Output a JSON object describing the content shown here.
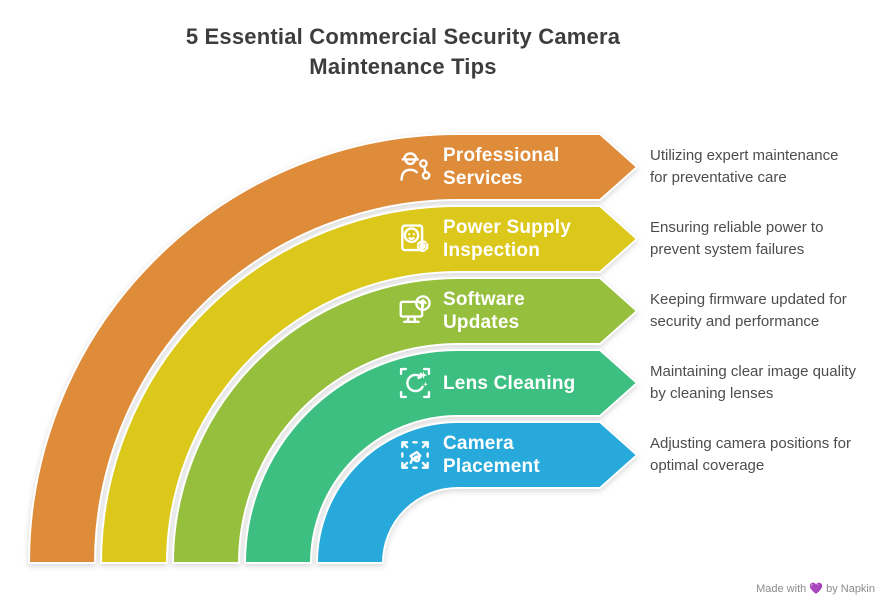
{
  "title": {
    "line1": "5 Essential Commercial Security Camera",
    "line2": "Maintenance Tips"
  },
  "bands": [
    {
      "label_line1": "Professional",
      "label_line2": "Services",
      "desc_line1": "Utilizing expert maintenance",
      "desc_line2": "for preventative care",
      "color": "#DE8B3A",
      "icon": "worker-wrench-icon"
    },
    {
      "label_line1": "Power Supply",
      "label_line2": "Inspection",
      "desc_line1": "Ensuring reliable power to",
      "desc_line2": "prevent system failures",
      "color": "#DCC71B",
      "icon": "power-outlet-gear-icon"
    },
    {
      "label_line1": "Software",
      "label_line2": "Updates",
      "desc_line1": "Keeping firmware updated for",
      "desc_line2": "security and performance",
      "color": "#96BF3D",
      "icon": "monitor-update-icon"
    },
    {
      "label_line1": "Lens Cleaning",
      "label_line2": "",
      "desc_line1": "Maintaining clear image quality",
      "desc_line2": "by cleaning lenses",
      "color": "#3EBF82",
      "icon": "lens-cleaning-icon"
    },
    {
      "label_line1": "Camera",
      "label_line2": "Placement",
      "desc_line1": "Adjusting camera positions for",
      "desc_line2": "optimal coverage",
      "color": "#27A9DB",
      "icon": "camera-placement-icon"
    }
  ],
  "palette": {
    "background": "#FFFFFF",
    "title_color": "#3D3D3D",
    "band_label_color": "#FFFFFF",
    "description_color": "#4D4D4D",
    "watermark_color": "#8C8C8C",
    "heart_color": "#8A7BE0"
  },
  "watermark": {
    "prefix": "Made with",
    "heart": "💜",
    "suffix": "by Napkin"
  }
}
